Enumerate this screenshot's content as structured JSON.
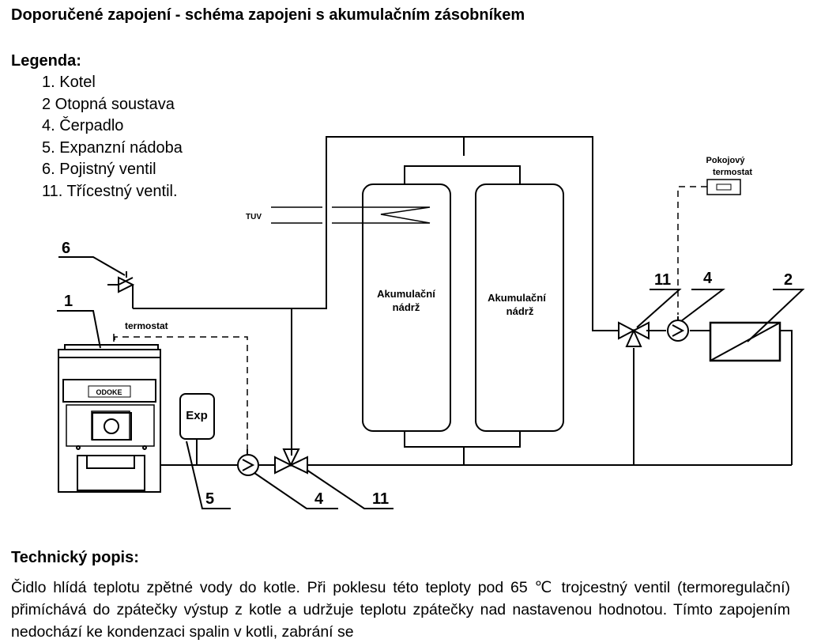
{
  "title": "Doporučené zapojení - schéma zapojeni s akumulačním zásobníkem",
  "legend": {
    "heading": "Legenda:",
    "items": [
      "1. Kotel",
      "2 Otopná soustava",
      "4. Čerpadlo",
      "5. Expanzní nádoba",
      "6. Pojistný ventil",
      "11. Třícestný ventil."
    ]
  },
  "diagram": {
    "label_tuv": "TUV",
    "tank_label_line1": "Akumulační",
    "tank_label_line2": "nádrž",
    "room_thermostat_line1": "Pokojový",
    "room_thermostat_line2": "termostat",
    "termostat": "termostat",
    "exp": "Exp",
    "boiler_badge": "ODOKE",
    "numbers": {
      "n6": "6",
      "n1": "1",
      "n11_right": "11",
      "n4_right": "4",
      "n2": "2",
      "n5": "5",
      "n4_bottom": "4",
      "n11_bottom": "11"
    }
  },
  "technical": {
    "heading": "Technický popis:",
    "text": "Čidlo hlídá teplotu zpětné vody do kotle. Při poklesu této teploty pod 65 ℃ trojcestný ventil (termoregulační) přimíchává do zpátečky výstup z kotle a udržuje teplotu zpátečky nad nastavenou hodnotou. Tímto zapojením nedochází ke kondenzaci spalin v kotli, zabrání se"
  }
}
